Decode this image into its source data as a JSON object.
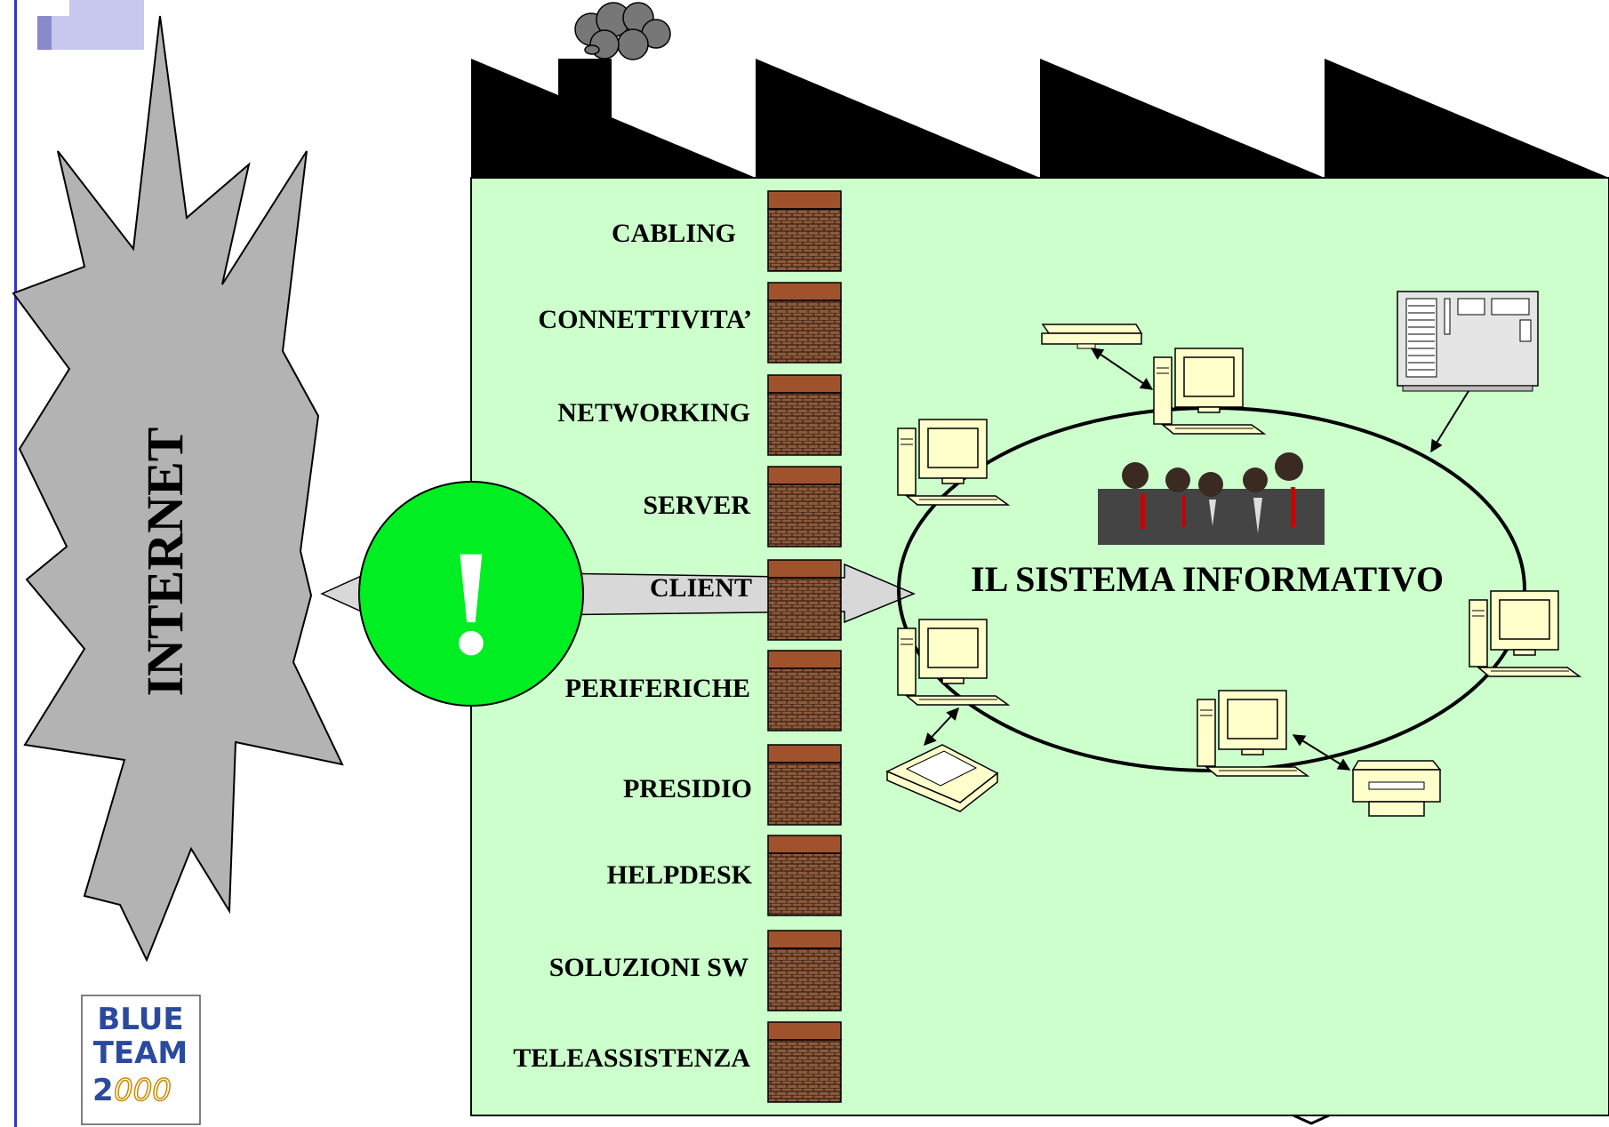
{
  "internet": {
    "label": "INTERNET"
  },
  "alert": {
    "symbol": "!"
  },
  "layers": [
    "CABLING",
    "CONNETTIVITA’",
    "NETWORKING",
    "SERVER",
    "CLIENT",
    "PERIFERICHE",
    "PRESIDIO",
    "HELPDESK",
    "SOLUZIONI SW",
    "TELEASSISTENZA"
  ],
  "system": {
    "title": "IL SISTEMA INFORMATIVO"
  },
  "logo": {
    "line1": "BLUE",
    "line2": "TEAM",
    "line3": "2",
    "line3_tail": "000"
  },
  "colors": {
    "factory_fill": "#ccffcc",
    "roof": "#000000",
    "starburst": "#b3b3b3",
    "alert_circle": "#00ee22",
    "brick": "#8b5a3c",
    "brick_cap": "#a0522d",
    "computer": "#ffffcc",
    "slide_border": "#3333cc"
  }
}
